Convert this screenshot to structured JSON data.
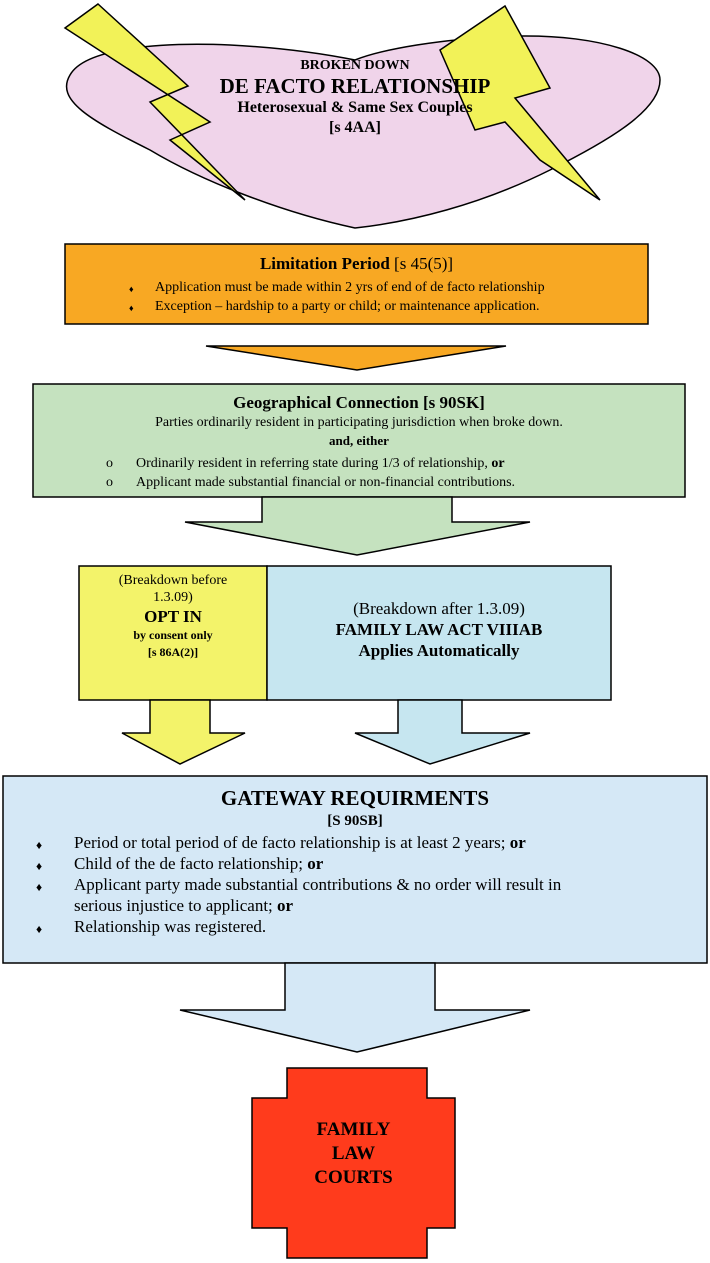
{
  "colors": {
    "heart": "#f0d4ea",
    "lightning": "#f2f258",
    "limitation": "#f8a823",
    "geographical": "#c5e2bf",
    "opt_in": "#f3f36a",
    "family_law_act": "#c6e6f0",
    "gateway": "#d5e8f6",
    "courts": "#ff3b1c"
  },
  "relationship": {
    "line1": "BROKEN DOWN",
    "line2": "DE FACTO RELATIONSHIP",
    "line3": "Heterosexual & Same Sex Couples",
    "line4": "[s 4AA]"
  },
  "limitation": {
    "title": "Limitation Period",
    "ref": " [s 45(5)]",
    "items": [
      "Application must be made within 2 yrs of end of de facto relationship",
      "Exception – hardship to a party or child; or maintenance application."
    ]
  },
  "geographical": {
    "title": "Geographical Connection [s 90SK]",
    "line1": "Parties ordinarily resident in participating jurisdiction when broke down.",
    "line2": "and, either",
    "item1": "Ordinarily resident in referring state during 1/3 of relationship, ",
    "item1_bold": "or",
    "item2": "Applicant made substantial financial or non-financial contributions."
  },
  "opt_in": {
    "line1": "(Breakdown before",
    "line2": "1.3.09)",
    "line3": "OPT IN",
    "line4": "by consent only",
    "line5": "[s 86A(2)]"
  },
  "family_law_act": {
    "line1": "(Breakdown after 1.3.09)",
    "line2": "FAMILY LAW ACT VIIIAB",
    "line3": "Applies Automatically"
  },
  "gateway": {
    "title": "GATEWAY REQUIRMENTS",
    "ref": "[S 90SB]",
    "item1": "Period or total period of de facto relationship is at least 2 years; ",
    "item1_bold": "or",
    "item2": "Child of the de facto relationship; ",
    "item2_bold": "or",
    "item3a": "Applicant party made substantial contributions & no order will result in",
    "item3b": "serious injustice to applicant; ",
    "item3_bold": "or",
    "item4": "Relationship was registered."
  },
  "courts": {
    "line1": "FAMILY",
    "line2": "LAW",
    "line3": "COURTS"
  }
}
